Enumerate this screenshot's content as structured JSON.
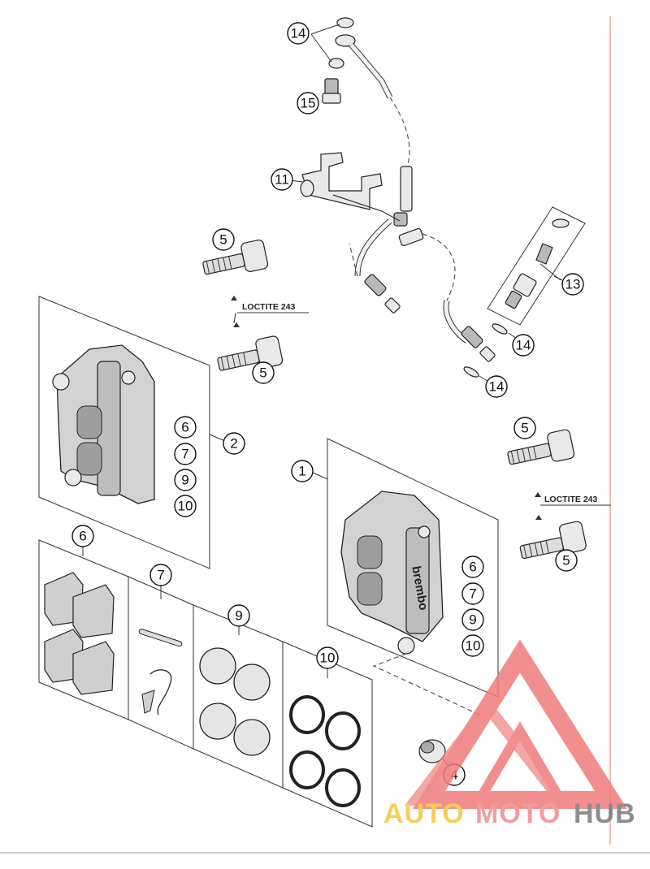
{
  "callouts": {
    "c1": "1",
    "c2": "2",
    "c4": "4",
    "c5a": "5",
    "c5b": "5",
    "c5c": "5",
    "c5d": "5",
    "c6a": "6",
    "c6b": "6",
    "c6c": "6",
    "c7a": "7",
    "c7b": "7",
    "c7c": "7",
    "c9a": "9",
    "c9b": "9",
    "c9c": "9",
    "c10a": "10",
    "c10b": "10",
    "c10c": "10",
    "c11": "11",
    "c13": "13",
    "c14a": "14",
    "c14b": "14",
    "c14c": "14",
    "c15": "15"
  },
  "notes": {
    "loctite_left": "LOCTITE 243",
    "loctite_right": "LOCTITE 243",
    "caliper_brand": "brembo"
  },
  "watermark": {
    "part1": "AUTO",
    "part2": "MOTO",
    "part3": "HUB",
    "color_auto": "#f5c542",
    "color_moto": "#f08c8c",
    "color_hub": "#7a7a7a",
    "logo_color": "#ef7b7b"
  }
}
